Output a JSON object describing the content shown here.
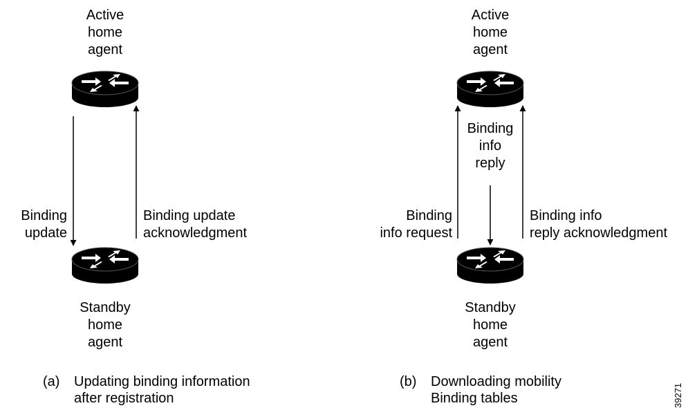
{
  "panel_a": {
    "active_label": "Active\nhome\nagent",
    "standby_label": "Standby\nhome\nagent",
    "left_arrow_label": "Binding\nupdate",
    "right_arrow_label": "Binding update\nacknowledgment",
    "caption_tag": "(a)",
    "caption_line1": "Updating binding information",
    "caption_line2": "after registration"
  },
  "panel_b": {
    "active_label": "Active\nhome\nagent",
    "standby_label": "Standby\nhome\nagent",
    "left_arrow_label": "Binding\ninfo request",
    "middle_arrow_label": "Binding\ninfo\nreply",
    "right_arrow_label": "Binding info\nreply acknowledgment",
    "caption_tag": "(b)",
    "caption_line1": "Downloading mobility",
    "caption_line2": "Binding tables"
  },
  "figure_id": "39271",
  "icons": {
    "router": "router-icon"
  },
  "colors": {
    "ink": "#000000",
    "router_top": "#000000",
    "router_arrows": "#ffffff"
  }
}
